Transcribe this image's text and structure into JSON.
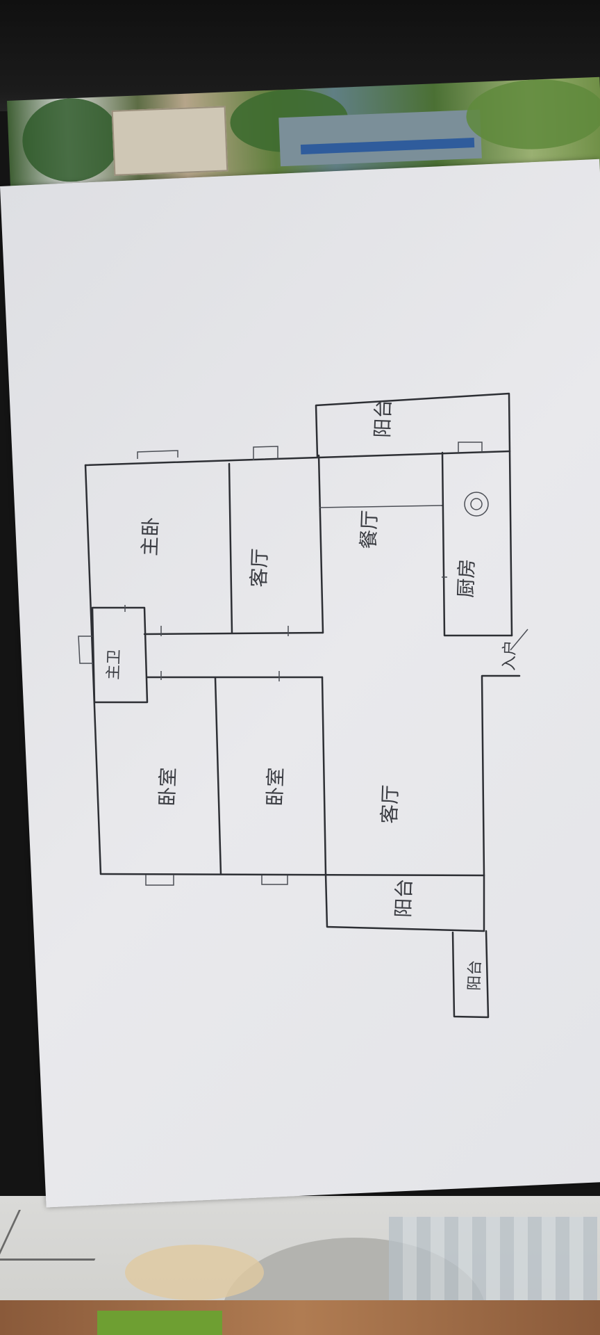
{
  "floor_plan": {
    "rooms": {
      "master_bedroom": "主卧",
      "guest_room": "客厅",
      "dining_room": "餐厅",
      "balcony_top": "阳台",
      "kitchen": "厨房",
      "master_bath": "主卫",
      "bedroom_left": "卧室",
      "bedroom_right": "卧室",
      "living_room": "客厅",
      "balcony_bottom": "阳台",
      "balcony_small": "阳台"
    },
    "entrance_label": "入户"
  },
  "colors": {
    "paper": "#e6e7ea",
    "ink": "#2d2f34"
  }
}
